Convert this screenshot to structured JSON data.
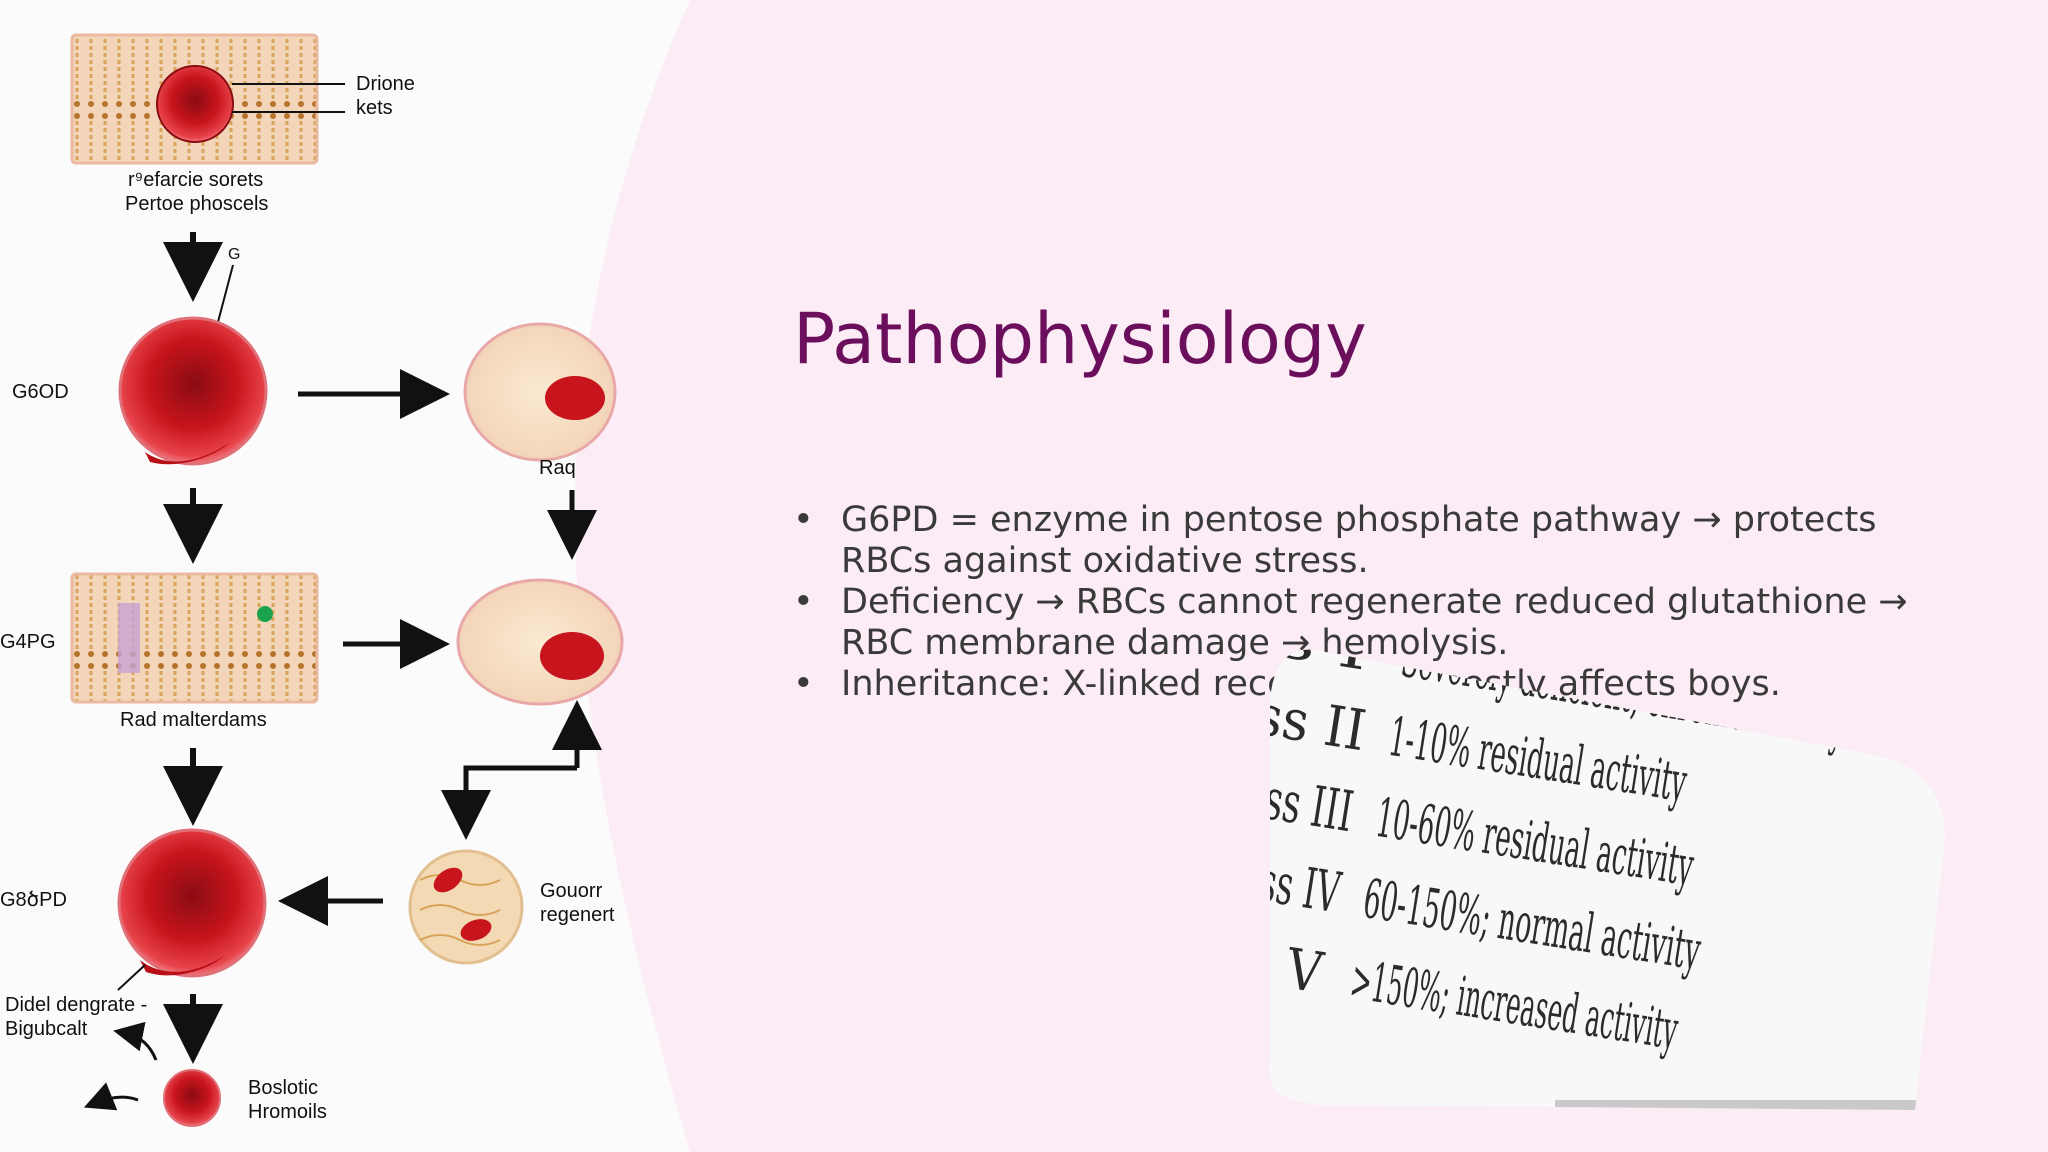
{
  "slide": {
    "title": "Pathophysiology",
    "bullets": [
      {
        "marker": "•",
        "text": "G6PD = enzyme in pentose phosphate pathway → protects RBCs against oxidative stress."
      },
      {
        "marker": "•",
        "text": " Deficiency → RBCs cannot regenerate reduced glutathione → RBC membrane damage → hemolysis."
      },
      {
        "marker": "•",
        "text": " Inheritance: X-linked recessive → mostly affects boys."
      }
    ]
  },
  "diagram": {
    "labels": {
      "top_right_1": "Drione",
      "top_right_2": "kets",
      "caption1_line1": "r⁹efarcie sorets",
      "caption1_line2": "Pertoe phoscels",
      "small_label": "G",
      "g6od": "G6OD",
      "raq": "Raq",
      "g4pg": "G4PG",
      "rad": "Rad malterdams",
      "g8pd": "G8ծPD",
      "gouorr": "Gouorr",
      "regenert": "regenert",
      "didel": "Didel dengrate -",
      "bigubcalt": "Bigubcalt",
      "boslotic": "Boslotic",
      "hromoils": "Hromoils"
    },
    "colors": {
      "rbc": "#c8141c",
      "membrane": "#f0d5a8",
      "arrow": "#111111"
    }
  },
  "table_photo": {
    "rows": [
      {
        "cls": "s I",
        "desc": "Severely deficient, chronic hemoly..."
      },
      {
        "cls": "ss II",
        "desc": "1-10% residual activity"
      },
      {
        "cls": "lass III",
        "desc": "10-60% residual activity"
      },
      {
        "cls": "Class IV",
        "desc": "60-150%; normal activity"
      },
      {
        "cls": "ass V",
        "desc": ">150%; increased activity"
      }
    ]
  }
}
